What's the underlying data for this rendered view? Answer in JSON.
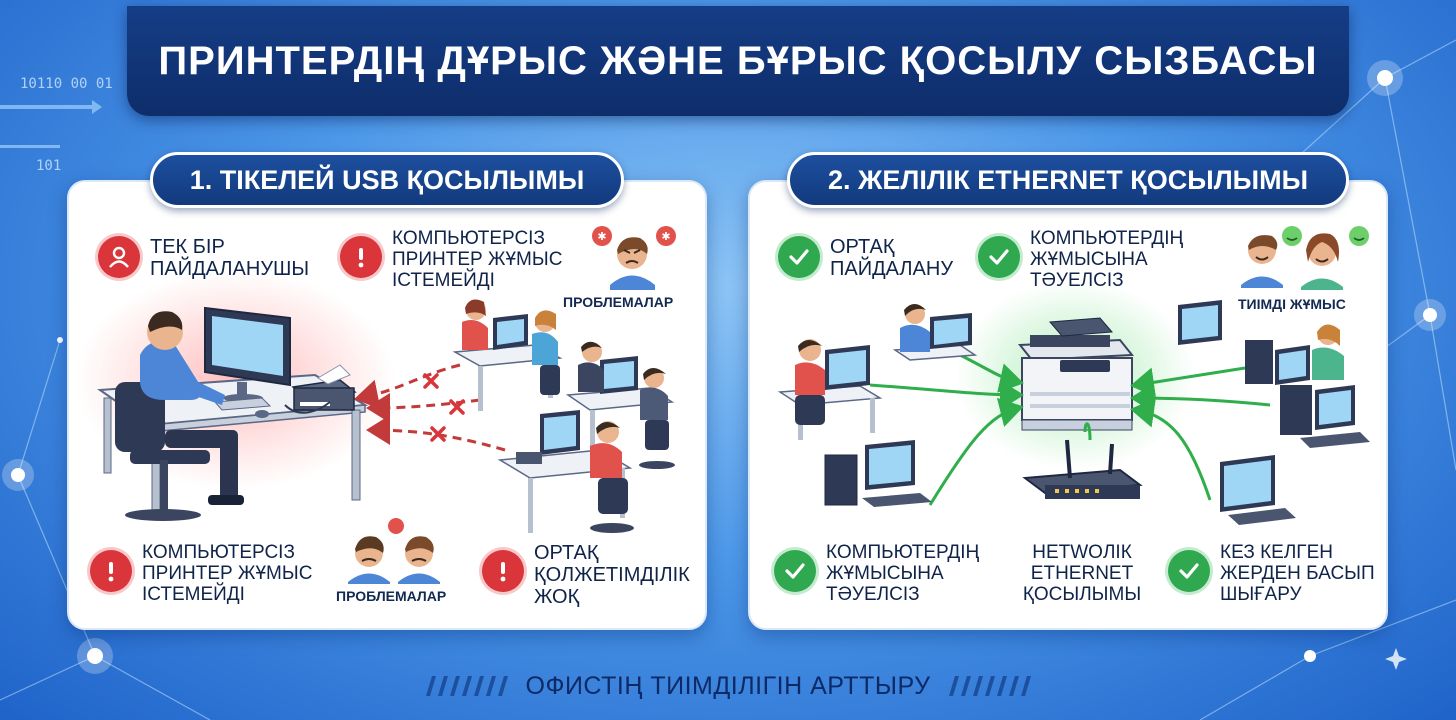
{
  "title": "ПРИНТЕРДІҢ ДҰРЫС ЖӘНЕ БҰРЫС ҚОСЫЛУ СЫЗБАСЫ",
  "background_code": {
    "line1": "10110 00 01",
    "line2": "101"
  },
  "left_panel": {
    "header": "1. ТІКЕЛЕЙ USB ҚОСЫЛЫМЫ",
    "items": [
      {
        "icon": "user-alert-icon",
        "lines": [
          "ТЕК БІР",
          "ПАЙДАЛАНУШЫ"
        ]
      },
      {
        "icon": "exclamation-icon",
        "lines": [
          "КОМПЬЮТЕРСІЗ",
          "ПРИНТЕР ЖҰМЫС",
          "ІСТЕМЕЙДІ"
        ]
      },
      {
        "icon": "exclamation-icon",
        "lines": [
          "КОМПЬЮТЕРСІЗ",
          "ПРИНТЕР ЖҰМЫС",
          "ІСТЕМЕЙДІ"
        ]
      },
      {
        "icon": "exclamation-icon",
        "lines": [
          "ОРТАҚ",
          "ҚОЛЖЕТІМДІЛІК",
          "ЖОҚ"
        ]
      }
    ],
    "caption_top": "ПРОБЛЕМАЛАР",
    "caption_bottom": "ПРОБЛЕМАЛАР"
  },
  "right_panel": {
    "header": "2. ЖЕЛІЛІК ETHERNET ҚОСЫЛЫМЫ",
    "items": [
      {
        "icon": "check-icon",
        "lines": [
          "ОРТАҚ",
          "ПАЙДАЛАНУ"
        ]
      },
      {
        "icon": "check-icon",
        "lines": [
          "КОМПЬЮТЕРДІҢ",
          "ЖҰМЫСЫНА",
          "ТӘУЕЛСІЗ"
        ]
      },
      {
        "icon": "check-icon",
        "lines": [
          "КОМПЬЮТЕРДІҢ",
          "ЖҰМЫСЫНА",
          "ТӘУЕЛСІЗ"
        ]
      },
      {
        "icon": "check-icon",
        "lines": [
          "КЕЗ КЕЛГЕН",
          "ЖЕРДЕН БАСЫП",
          "ШЫҒАРУ"
        ]
      }
    ],
    "center_label": [
      "НЕТWOЛІК",
      "ETHERNET",
      "ҚОСЫЛЫМЫ"
    ],
    "caption_top": "ТИІМДІ ЖҰМЫС"
  },
  "footer": "ОФИСТІҢ ТИІМДІЛІГІН АРТТЫРУ",
  "colors": {
    "title_bg": "#0e2d6a",
    "pill_bg": "#123a7d",
    "bad": "#d9353a",
    "good": "#2fa84f",
    "wire_bad": "#c33a3a",
    "wire_good": "#2fae4b",
    "text": "#10244a"
  }
}
